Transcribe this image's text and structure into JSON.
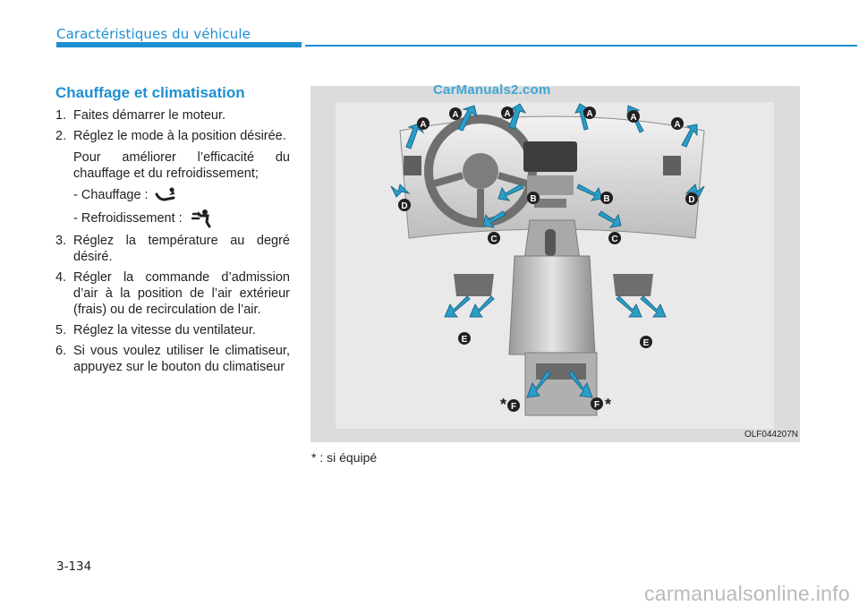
{
  "header": {
    "section_title": "Caractéristiques du véhicule"
  },
  "content": {
    "heading": "Chauffage et climatisation",
    "steps": [
      {
        "num": "1.",
        "text": "Faites démarrer le moteur."
      },
      {
        "num": "2.",
        "text": "Réglez le mode à la position désirée."
      },
      {
        "num": "3.",
        "text": "Réglez la température au degré désiré."
      },
      {
        "num": "4.",
        "text": "Régler la commande d’admission d’air à la position de l’air extérieur (frais) ou de recirculation de l’air."
      },
      {
        "num": "5.",
        "text": "Réglez la vitesse du ventilateur."
      },
      {
        "num": "6.",
        "text": "Si vous voulez utiliser le climatiseur, appuyez sur le bouton du climatiseur"
      }
    ],
    "step2_note": "Pour améliorer l’efficacité du chauffage et du refroidissement;",
    "heating_label": "- Chauffage :",
    "cooling_label": "- Refroidissement :",
    "heating_icon": "floor-mode-icon",
    "cooling_icon": "face-mode-icon"
  },
  "figure": {
    "watermark": "CarManuals2.com",
    "code": "OLF044207N",
    "vent_markers": {
      "a": "A",
      "b": "B",
      "c": "C",
      "d": "D",
      "e": "E",
      "f": "F"
    },
    "optional_mark": "*",
    "arrow_color": "#2a9ec8",
    "marker_color": "#231f20"
  },
  "footnote": "* : si équipé",
  "footer": {
    "page_number": "3-134",
    "site_logo": "carmanualsonline.info"
  }
}
